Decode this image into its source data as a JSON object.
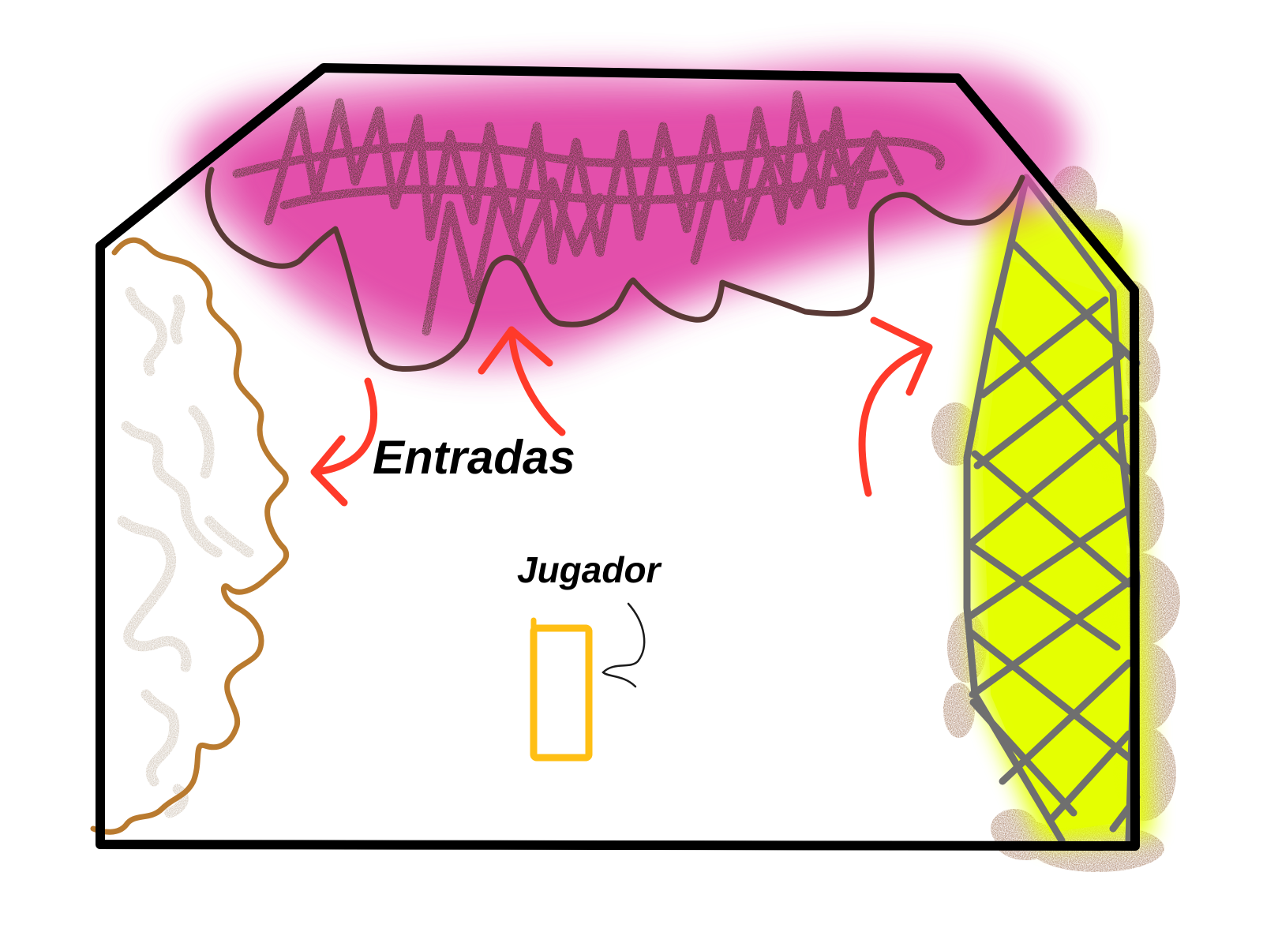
{
  "labels": {
    "entrances": "Entradas",
    "player": "Jugador"
  },
  "icons": {
    "player_marker": "rectangle-outline",
    "entrance_markers": "curved-arrow"
  },
  "colors": {
    "room_outline": "#000000",
    "entrance_arrow": "#ff3a2a",
    "player_marker": "#ffbf14",
    "left_wall": "#b97a2f",
    "left_texture": "#cfc3b5",
    "top_foliage_pink": "#e24aa8",
    "top_foliage_brown": "#5a3a36",
    "right_glow": "#e4ff00",
    "right_lattice": "#6f6f6f",
    "right_rocks": "#b08b73"
  }
}
